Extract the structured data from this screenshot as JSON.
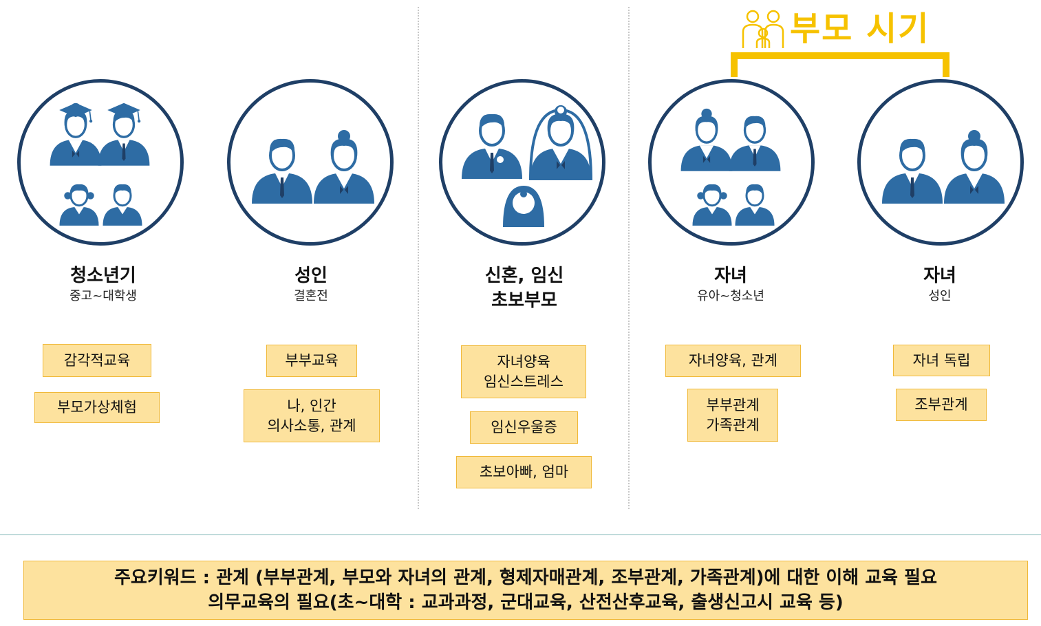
{
  "header": {
    "parent_period": "부모 시기",
    "family_icon": "family-icon"
  },
  "colors": {
    "circle_border": "#1f3f66",
    "person_fill": "#2e6ca4",
    "accent": "#f6c200",
    "tag_fill": "#fde29e",
    "tag_border": "#f0b93a"
  },
  "stages": [
    {
      "title": "청소년기",
      "subtitle": "중고~대학생",
      "icon": "students-graduation-icon",
      "tags": [
        {
          "lines": [
            "감각적교육"
          ]
        },
        {
          "lines": [
            "부모가상체험"
          ]
        }
      ]
    },
    {
      "title": "성인",
      "subtitle": "결혼전",
      "icon": "adult-couple-icon",
      "tags": [
        {
          "lines": [
            "부부교육"
          ]
        },
        {
          "lines": [
            "나, 인간",
            "의사소통, 관계"
          ]
        }
      ]
    },
    {
      "title_lines": [
        "신혼, 임신",
        "초보부모"
      ],
      "icon": "newlywed-baby-icon",
      "tags": [
        {
          "lines": [
            "자녀양육",
            "임신스트레스"
          ]
        },
        {
          "lines": [
            "임신우울증"
          ]
        },
        {
          "lines": [
            "초보아빠, 엄마"
          ]
        }
      ]
    },
    {
      "title": "자녀",
      "subtitle": "유아~청소년",
      "icon": "parents-children-icon",
      "tags": [
        {
          "lines": [
            "자녀양육, 관계"
          ]
        },
        {
          "lines": [
            "부부관계",
            "가족관계"
          ]
        }
      ]
    },
    {
      "title": "자녀",
      "subtitle": "성인",
      "icon": "adult-couple-icon",
      "tags": [
        {
          "lines": [
            "자녀 독립"
          ]
        },
        {
          "lines": [
            "조부관계"
          ]
        }
      ]
    }
  ],
  "keywords": {
    "line1": "주요키워드 : 관계 (부부관계, 부모와 자녀의 관계, 형제자매관계, 조부관계, 가족관계)에 대한 이해 교육 필요",
    "line2": "의무교육의 필요(초~대학 : 교과과정, 군대교육, 산전산후교육, 출생신고시 교육 등)"
  }
}
